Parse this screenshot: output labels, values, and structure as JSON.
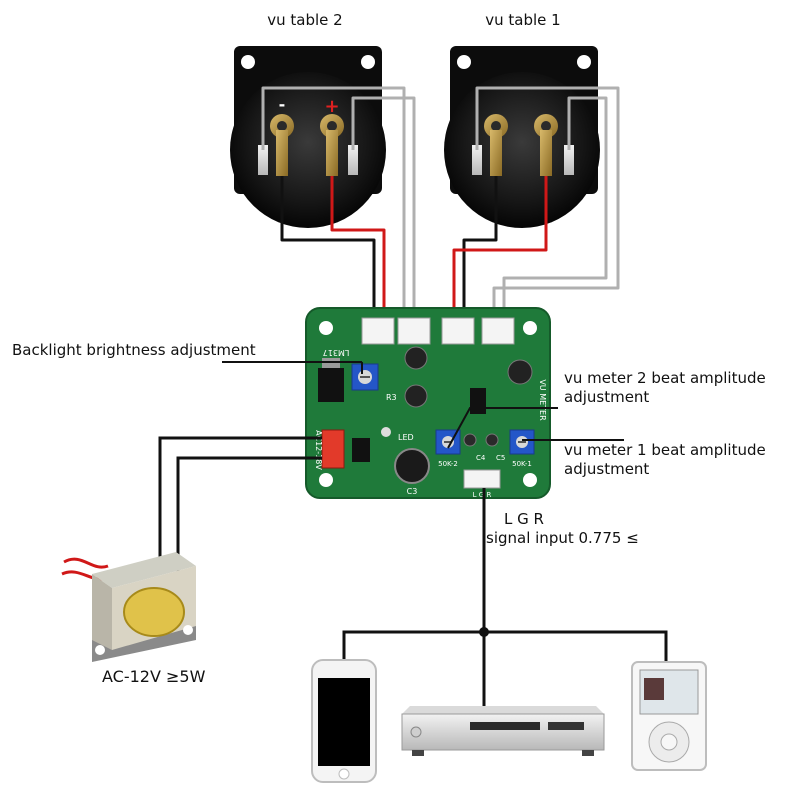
{
  "labels": {
    "vu_table_2": "vu table 2",
    "vu_table_1": "vu table 1",
    "backlight": "Backlight brightness adjustment",
    "vu2_line1": "vu meter 2 beat amplitude",
    "vu2_line2": "adjustment",
    "vu1_line1": "vu meter 1 beat amplitude",
    "vu1_line2": "adjustment",
    "lgr": "L G R",
    "signal_input": "signal input 0.775 ≤",
    "power": "AC-12V ≥5W"
  },
  "terminal_signs": {
    "minus": "-",
    "plus": "+"
  },
  "pcb": {
    "silk_lm317": "LM317",
    "silk_r3": "R3",
    "silk_ac12v": "AC12-18V",
    "silk_led": "LED",
    "silk_vu_meter": "VU METER",
    "silk_50k_left": "50K-2",
    "silk_50k_right": "50K-1",
    "silk_lgr": "L G R",
    "silk_c3": "C3",
    "silk_c4": "C4",
    "silk_c5": "C5"
  },
  "colors": {
    "background": "#ffffff",
    "pcb_green": "#1f7a3a",
    "wire_red": "#d01818",
    "wire_black": "#111111",
    "wire_gray": "#b0b0b0",
    "pot_blue": "#2456c8",
    "power_connector_red": "#e23a2a"
  }
}
